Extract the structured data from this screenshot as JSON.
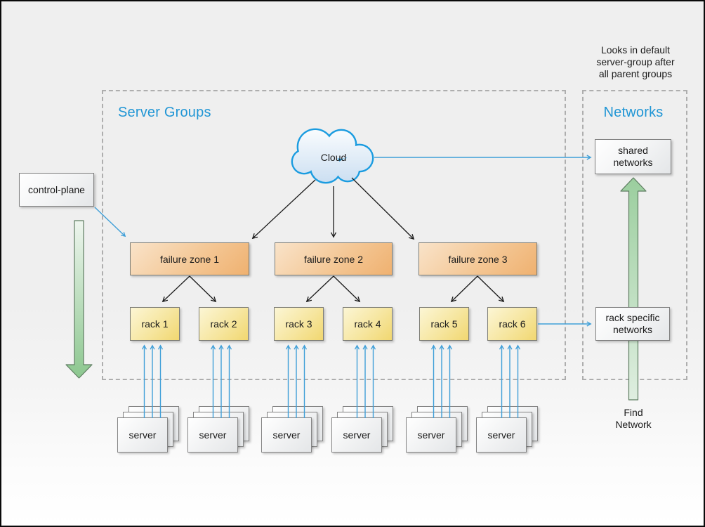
{
  "titles": {
    "server_groups": "Server Groups",
    "networks": "Networks"
  },
  "annotations": {
    "lookup_note": "Looks in default\nserver-group after\nall parent groups",
    "find_network": "Find\nNetwork"
  },
  "nodes": {
    "control_plane": "control-plane",
    "cloud": "Cloud",
    "shared_networks": "shared\nnetworks",
    "rack_specific_networks": "rack specific\nnetworks",
    "failure_zones": [
      "failure zone 1",
      "failure zone 2",
      "failure zone 3"
    ],
    "racks": [
      "rack 1",
      "rack 2",
      "rack 3",
      "rack 4",
      "rack 5",
      "rack 6"
    ],
    "server_label": "server"
  },
  "colors": {
    "accent_blue": "#2196d5",
    "connector_blue": "#3f9fd8",
    "connector_black": "#1a1a1a",
    "zone_orange": "#efb170",
    "rack_yellow": "#f1d770",
    "flow_green": "#8cc78f",
    "dashed_border": "#aeaeae"
  }
}
